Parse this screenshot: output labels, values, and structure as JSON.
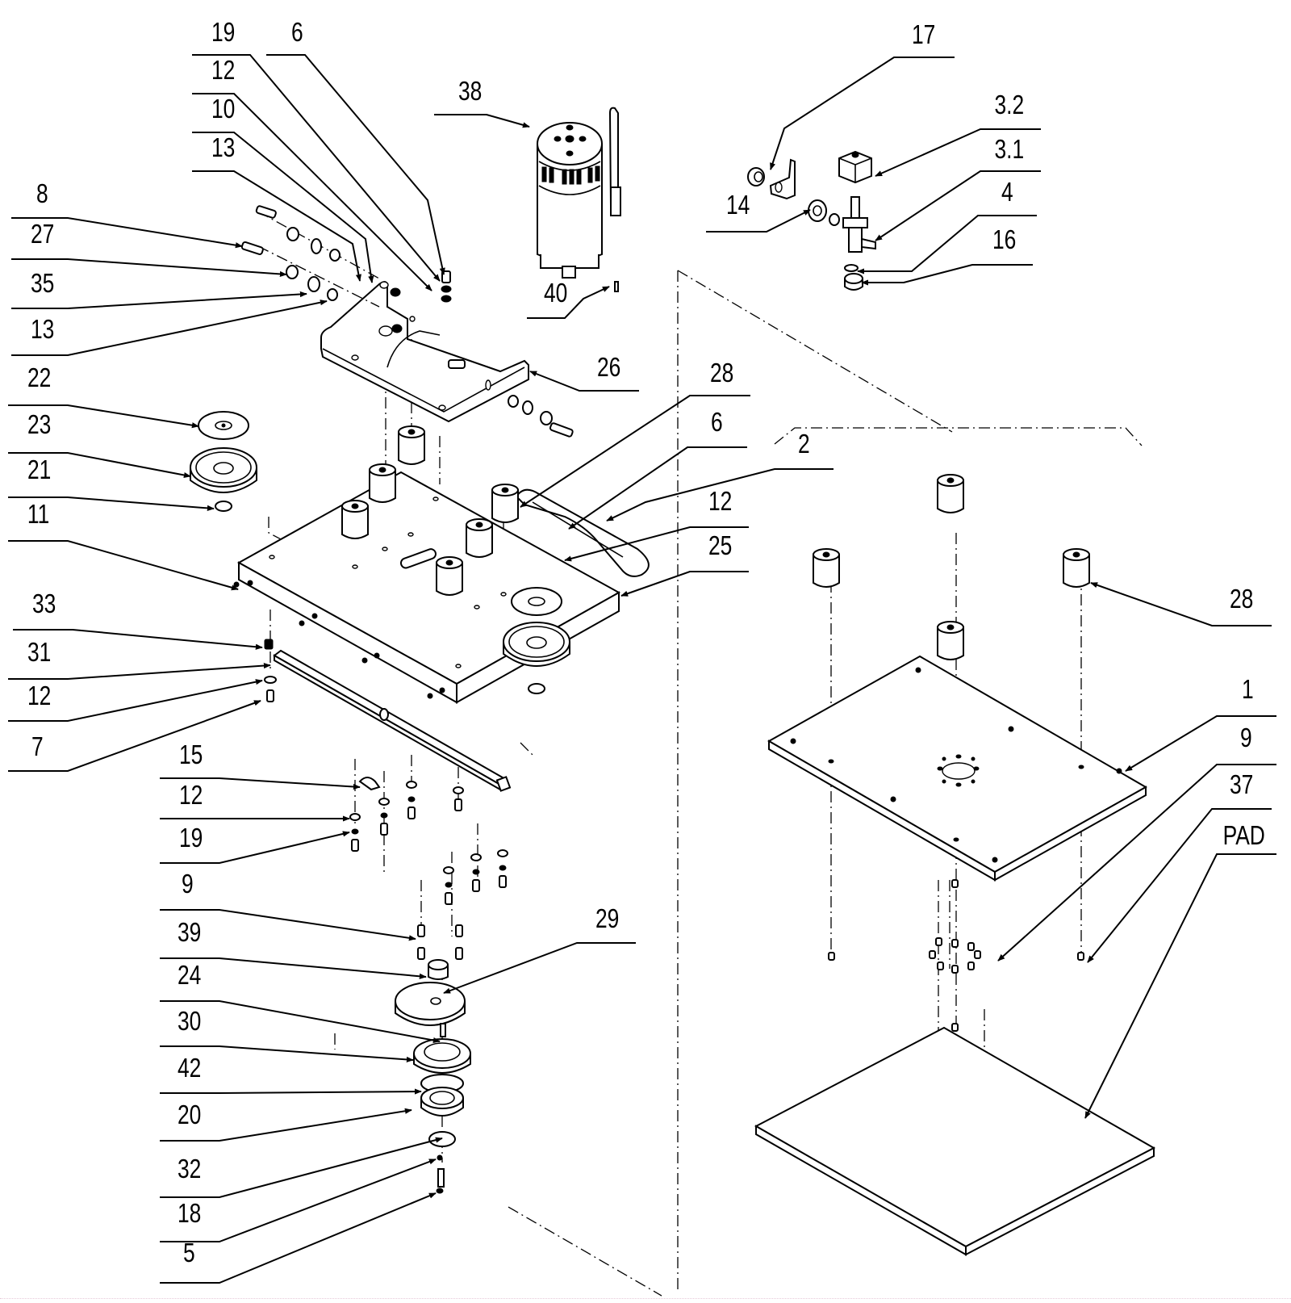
{
  "diagram": {
    "type": "exploded-parts-view",
    "callouts": [
      {
        "id": "19-top",
        "label": "19"
      },
      {
        "id": "6-top",
        "label": "6"
      },
      {
        "id": "12-top",
        "label": "12"
      },
      {
        "id": "10",
        "label": "10"
      },
      {
        "id": "13-top",
        "label": "13"
      },
      {
        "id": "8",
        "label": "8"
      },
      {
        "id": "27",
        "label": "27"
      },
      {
        "id": "35",
        "label": "35"
      },
      {
        "id": "13-mid",
        "label": "13"
      },
      {
        "id": "22",
        "label": "22"
      },
      {
        "id": "23",
        "label": "23"
      },
      {
        "id": "21",
        "label": "21"
      },
      {
        "id": "11",
        "label": "11"
      },
      {
        "id": "33",
        "label": "33"
      },
      {
        "id": "31",
        "label": "31"
      },
      {
        "id": "12-left",
        "label": "12"
      },
      {
        "id": "7",
        "label": "7"
      },
      {
        "id": "15",
        "label": "15"
      },
      {
        "id": "12-low",
        "label": "12"
      },
      {
        "id": "19-low",
        "label": "19"
      },
      {
        "id": "9-low",
        "label": "9"
      },
      {
        "id": "39",
        "label": "39"
      },
      {
        "id": "24",
        "label": "24"
      },
      {
        "id": "30",
        "label": "30"
      },
      {
        "id": "42",
        "label": "42"
      },
      {
        "id": "20",
        "label": "20"
      },
      {
        "id": "32",
        "label": "32"
      },
      {
        "id": "18",
        "label": "18"
      },
      {
        "id": "5",
        "label": "5"
      },
      {
        "id": "29",
        "label": "29"
      },
      {
        "id": "38",
        "label": "38"
      },
      {
        "id": "40",
        "label": "40"
      },
      {
        "id": "26",
        "label": "26"
      },
      {
        "id": "28-mid",
        "label": "28"
      },
      {
        "id": "6-mid",
        "label": "6"
      },
      {
        "id": "2",
        "label": "2"
      },
      {
        "id": "12-mid",
        "label": "12"
      },
      {
        "id": "25",
        "label": "25"
      },
      {
        "id": "17",
        "label": "17"
      },
      {
        "id": "3.2",
        "label": "3.2"
      },
      {
        "id": "3.1",
        "label": "3.1"
      },
      {
        "id": "4",
        "label": "4"
      },
      {
        "id": "16",
        "label": "16"
      },
      {
        "id": "14",
        "label": "14"
      },
      {
        "id": "28-right",
        "label": "28"
      },
      {
        "id": "1",
        "label": "1"
      },
      {
        "id": "9-right",
        "label": "9"
      },
      {
        "id": "37",
        "label": "37"
      },
      {
        "id": "PAD",
        "label": "PAD"
      }
    ]
  }
}
